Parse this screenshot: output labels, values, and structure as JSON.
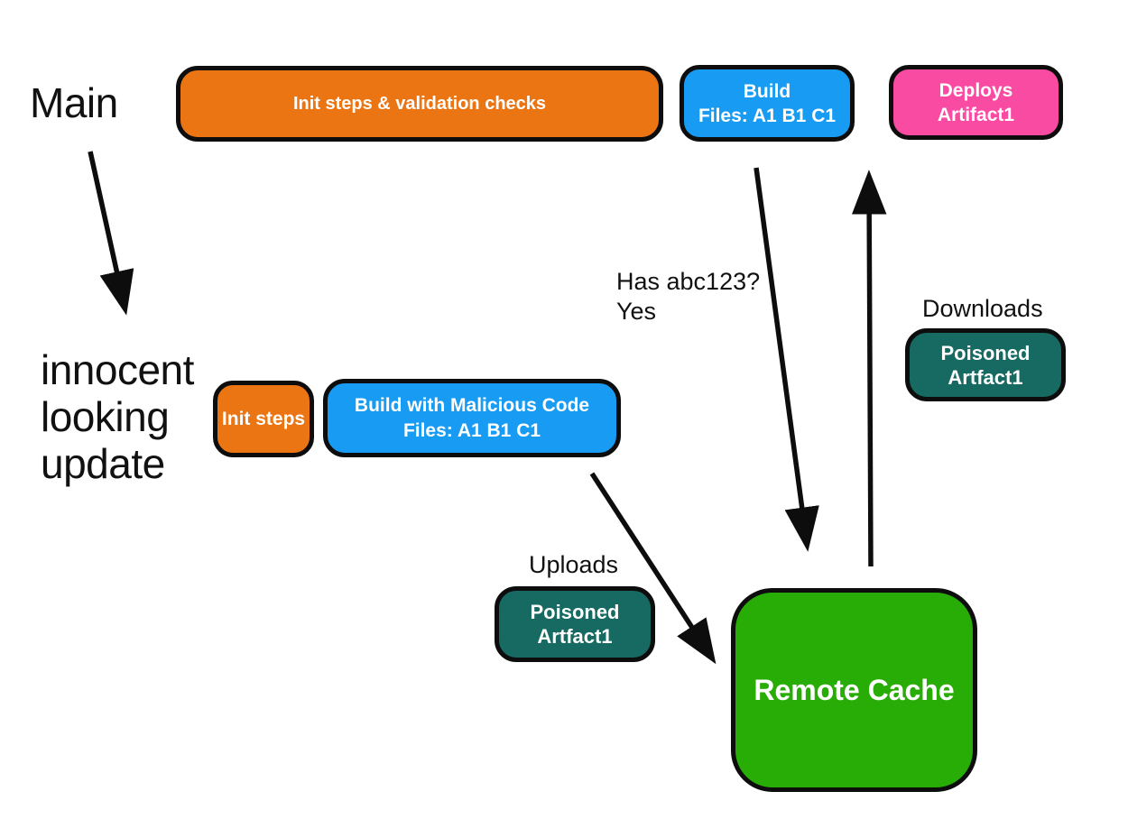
{
  "diagram": {
    "title_context": "build cache poisoning flow",
    "background": "#ffffff",
    "colors": {
      "orange": "#EC7513",
      "blue": "#189BF2",
      "pink": "#FA4BA2",
      "teal": "#166A62",
      "green": "#28AD06",
      "outline_and_arrows": "#0d0d0d",
      "text_dark": "#111111",
      "text_on_node": "#ffffff"
    },
    "labels": {
      "main": "Main",
      "innocent_line1": "innocent",
      "innocent_line2": "looking",
      "innocent_line3": "update",
      "has_abc123_line1": "Has abc123?",
      "has_abc123_line2": "Yes",
      "downloads": "Downloads",
      "uploads": "Uploads"
    },
    "nodes": {
      "init_validation": {
        "label": "Init steps & validation checks"
      },
      "build_main": {
        "line1": "Build",
        "line2": "Files: A1 B1 C1"
      },
      "deploys": {
        "line1": "Deploys",
        "line2": "Artifact1"
      },
      "init_steps": {
        "label": "Init steps"
      },
      "build_malicious": {
        "line1": "Build with Malicious Code",
        "line2": "Files: A1 B1 C1"
      },
      "poisoned_download": {
        "line1": "Poisoned",
        "line2": "Artfact1"
      },
      "poisoned_upload": {
        "line1": "Poisoned",
        "line2": "Artfact1"
      },
      "remote_cache": {
        "label": "Remote Cache"
      }
    },
    "arrows": [
      {
        "name": "main-to-innocent-update",
        "from": "Main",
        "to": "innocent looking update"
      },
      {
        "name": "build-to-remote-cache",
        "from": "Build",
        "to": "Remote Cache"
      },
      {
        "name": "remote-cache-to-deploys",
        "from": "Remote Cache",
        "to": "Deploys Artifact1"
      },
      {
        "name": "malicious-build-to-remote-cache",
        "from": "Build with Malicious Code",
        "to": "Remote Cache"
      }
    ]
  }
}
